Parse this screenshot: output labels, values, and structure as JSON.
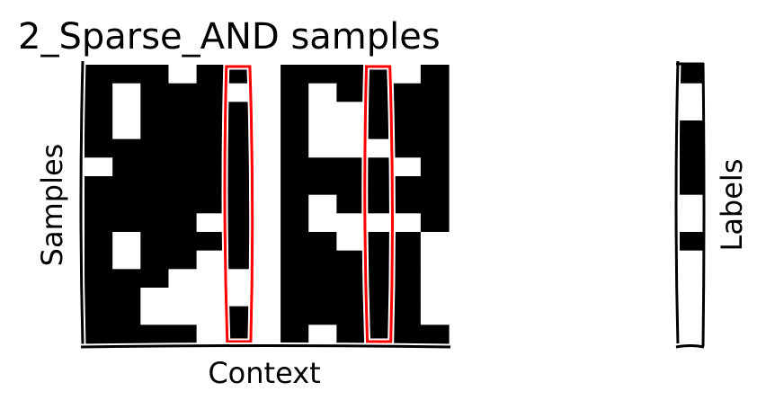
{
  "chart_data": [
    {
      "type": "heatmap",
      "title": "2_Sparse_AND samples",
      "xlabel": "Context",
      "ylabel": "Samples",
      "colormap": [
        "#ffffff",
        "#000000"
      ],
      "highlight_color": "#ff0000",
      "highlighted_columns": [
        5,
        10
      ],
      "values": [
        [
          1,
          1,
          1,
          0,
          1,
          1,
          0,
          1,
          1,
          1,
          1,
          0,
          1
        ],
        [
          1,
          0,
          1,
          1,
          1,
          0,
          0,
          1,
          0,
          1,
          1,
          1,
          1
        ],
        [
          1,
          0,
          1,
          1,
          1,
          1,
          0,
          1,
          0,
          0,
          1,
          1,
          1
        ],
        [
          1,
          0,
          1,
          1,
          1,
          1,
          0,
          1,
          0,
          0,
          1,
          1,
          1
        ],
        [
          1,
          1,
          1,
          1,
          1,
          1,
          0,
          1,
          0,
          0,
          0,
          1,
          1
        ],
        [
          0,
          1,
          1,
          1,
          1,
          1,
          0,
          1,
          1,
          1,
          1,
          0,
          1
        ],
        [
          1,
          1,
          1,
          1,
          1,
          1,
          0,
          1,
          1,
          1,
          1,
          1,
          1
        ],
        [
          1,
          1,
          1,
          1,
          1,
          1,
          0,
          1,
          0,
          1,
          1,
          1,
          1
        ],
        [
          1,
          1,
          1,
          1,
          0,
          1,
          0,
          1,
          0,
          0,
          0,
          0,
          1
        ],
        [
          1,
          0,
          1,
          1,
          1,
          1,
          0,
          1,
          1,
          0,
          1,
          1,
          0
        ],
        [
          1,
          0,
          1,
          1,
          0,
          1,
          0,
          1,
          1,
          1,
          1,
          1,
          0
        ],
        [
          1,
          1,
          1,
          0,
          0,
          0,
          0,
          1,
          1,
          1,
          1,
          1,
          0
        ],
        [
          1,
          1,
          0,
          0,
          0,
          0,
          0,
          1,
          1,
          1,
          1,
          1,
          0
        ],
        [
          1,
          1,
          0,
          0,
          0,
          1,
          0,
          1,
          1,
          1,
          1,
          1,
          0
        ],
        [
          1,
          1,
          1,
          1,
          0,
          1,
          0,
          1,
          0,
          1,
          1,
          1,
          1
        ]
      ]
    },
    {
      "type": "heatmap",
      "xlabel": "",
      "ylabel": "Labels",
      "colormap": [
        "#ffffff",
        "#000000"
      ],
      "values": [
        [
          1
        ],
        [
          0
        ],
        [
          0
        ],
        [
          1
        ],
        [
          1
        ],
        [
          1
        ],
        [
          1
        ],
        [
          0
        ],
        [
          0
        ],
        [
          1
        ],
        [
          0
        ],
        [
          0
        ],
        [
          0
        ],
        [
          0
        ],
        [
          0
        ]
      ]
    }
  ]
}
